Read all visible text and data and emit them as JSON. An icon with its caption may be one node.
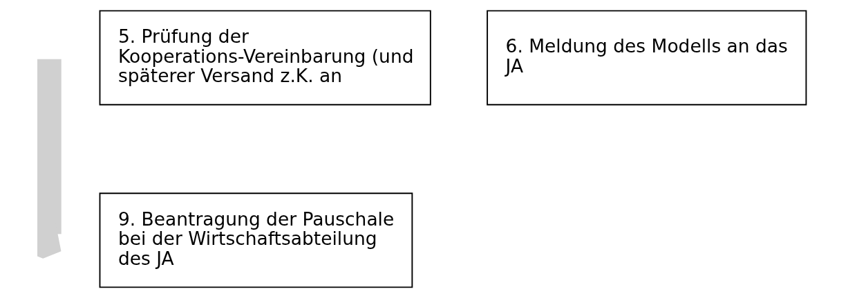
{
  "diagram": {
    "nodes": [
      {
        "text": [
          "5. Prüfung der Kooperations-Vereinbarung (und späterer Versand z.K. an"
        ]
      },
      {
        "text": [
          "6. Meldung des Modells an das JA"
        ]
      },
      {
        "text": [
          "9. Beantragung der Pauschale bei der Wirtschaftsabteilung des JA"
        ]
      }
    ],
    "edges": []
  }
}
